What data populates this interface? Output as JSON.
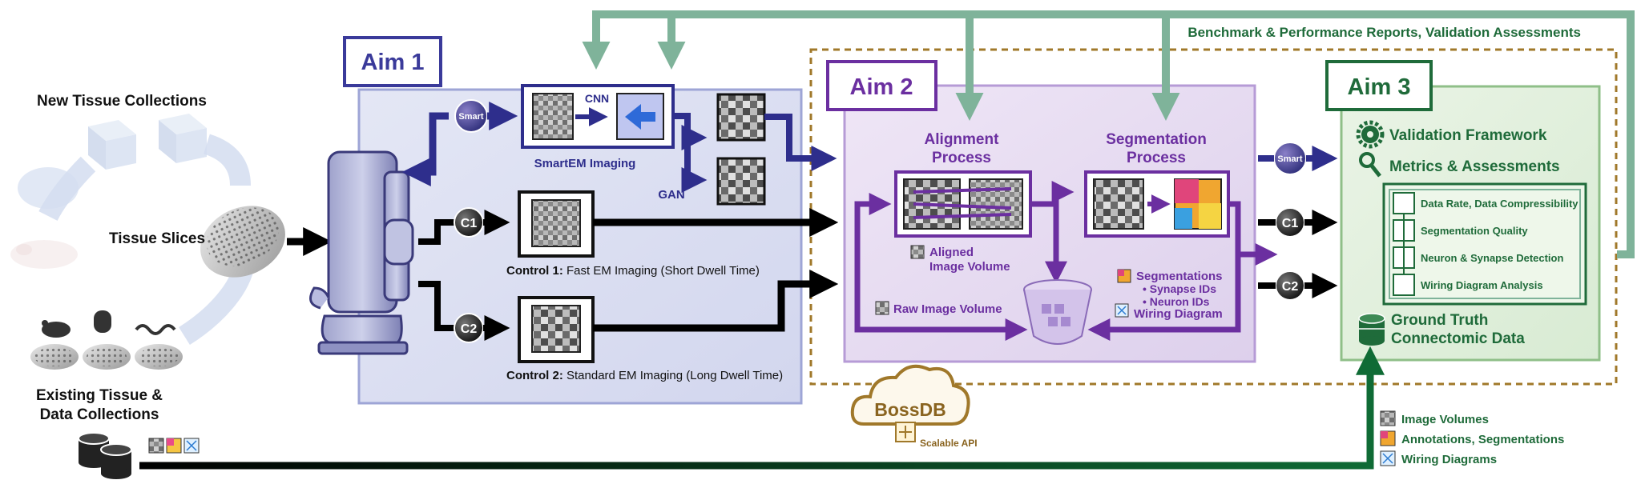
{
  "left": {
    "new_tissue": "New Tissue Collections",
    "tissue_slices": "Tissue Slices",
    "existing_1": "Existing Tissue &",
    "existing_2": "Data Collections"
  },
  "aim1": {
    "title": "Aim 1",
    "smart": "Smart",
    "cnn": "CNN",
    "gan": "GAN",
    "smartem": "SmartEM Imaging",
    "c1": "C1",
    "c2": "C2",
    "control1_bold": "Control 1:",
    "control1_rest": " Fast EM Imaging (Short Dwell Time)",
    "control2_bold": "Control 2:",
    "control2_rest": " Standard EM Imaging (Long Dwell Time)"
  },
  "aim2": {
    "title": "Aim 2",
    "alignment_1": "Alignment",
    "alignment_2": "Process",
    "segmentation_1": "Segmentation",
    "segmentation_2": "Process",
    "aligned_1": "Aligned",
    "aligned_2": "Image Volume",
    "raw_volume": "Raw Image Volume",
    "segmentations": "Segmentations",
    "synapse_ids": "• Synapse IDs",
    "neuron_ids": "• Neuron IDs",
    "wiring": "Wiring Diagram"
  },
  "aim3": {
    "title": "Aim 3",
    "validation": "Validation Framework",
    "metrics": "Metrics & Assessments",
    "items": [
      "Data Rate, Data Compressibility",
      "Segmentation Quality",
      "Neuron & Synapse Detection",
      "Wiring Diagram Analysis"
    ],
    "gt_1": "Ground Truth",
    "gt_2": "Connectomic Data"
  },
  "feedback": "Benchmark & Performance Reports, Validation Assessments",
  "bossdb": {
    "name": "BossDB",
    "api": "Scalable API"
  },
  "bottom": [
    "Image Volumes",
    "Annotations, Segmentations",
    "Wiring Diagrams"
  ],
  "colors": {
    "aim1": "#3a3a9a",
    "aim2": "#6b2fa0",
    "aim3": "#1f6b3a",
    "feedback": "#7fb39a",
    "bossdb": "#a0782a"
  }
}
